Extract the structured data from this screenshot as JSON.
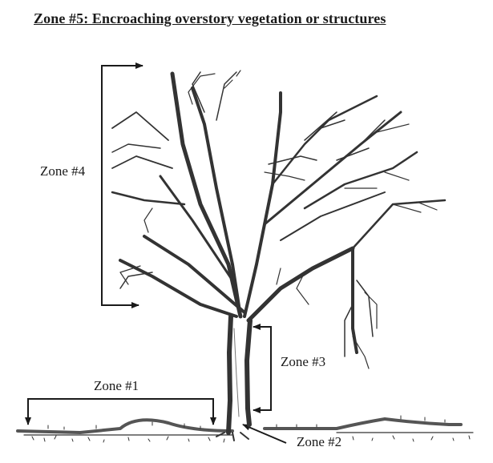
{
  "title": "Zone #5: Encroaching overstory vegetation or structures",
  "labels": {
    "zone1": "Zone #1",
    "zone2": "Zone #2",
    "zone3": "Zone #3",
    "zone4": "Zone #4"
  },
  "colors": {
    "ink": "#1a1a1a",
    "bark": "#555555",
    "background": "#ffffff"
  }
}
